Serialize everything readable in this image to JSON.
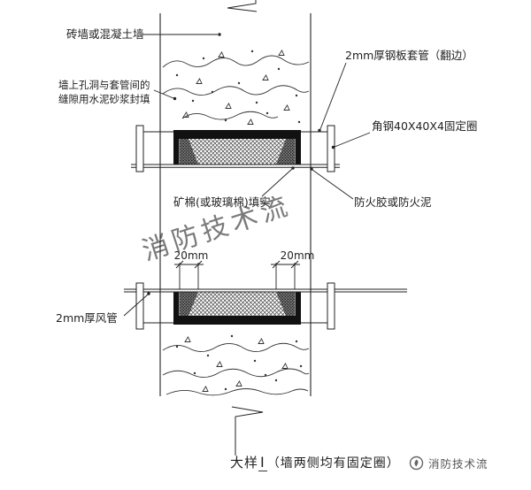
{
  "drawing": {
    "labels": {
      "wall": "砖墙或混凝土墙",
      "hole_gap_line1": "墙上孔洞与套管间的",
      "hole_gap_line2": "缝隙用水泥砂浆封填",
      "sleeve": "2mm厚钢板套管（翻边）",
      "fixing_ring": "角钢40X40X4固定圈",
      "mineral_wool": "矿棉(或玻璃棉)填实",
      "fire_sealant": "防火胶或防火泥",
      "duct": "2mm厚风管",
      "dim_left": "20mm",
      "dim_right": "20mm"
    },
    "watermark": "消防技术流",
    "title": {
      "prefix": "大样",
      "numeral": "Ⅰ",
      "suffix": "（墙两侧均有固定圈）"
    },
    "brand": {
      "name": "消防技术流"
    }
  },
  "colors": {
    "line": "#222222",
    "watermark": "#b3b3b3"
  }
}
